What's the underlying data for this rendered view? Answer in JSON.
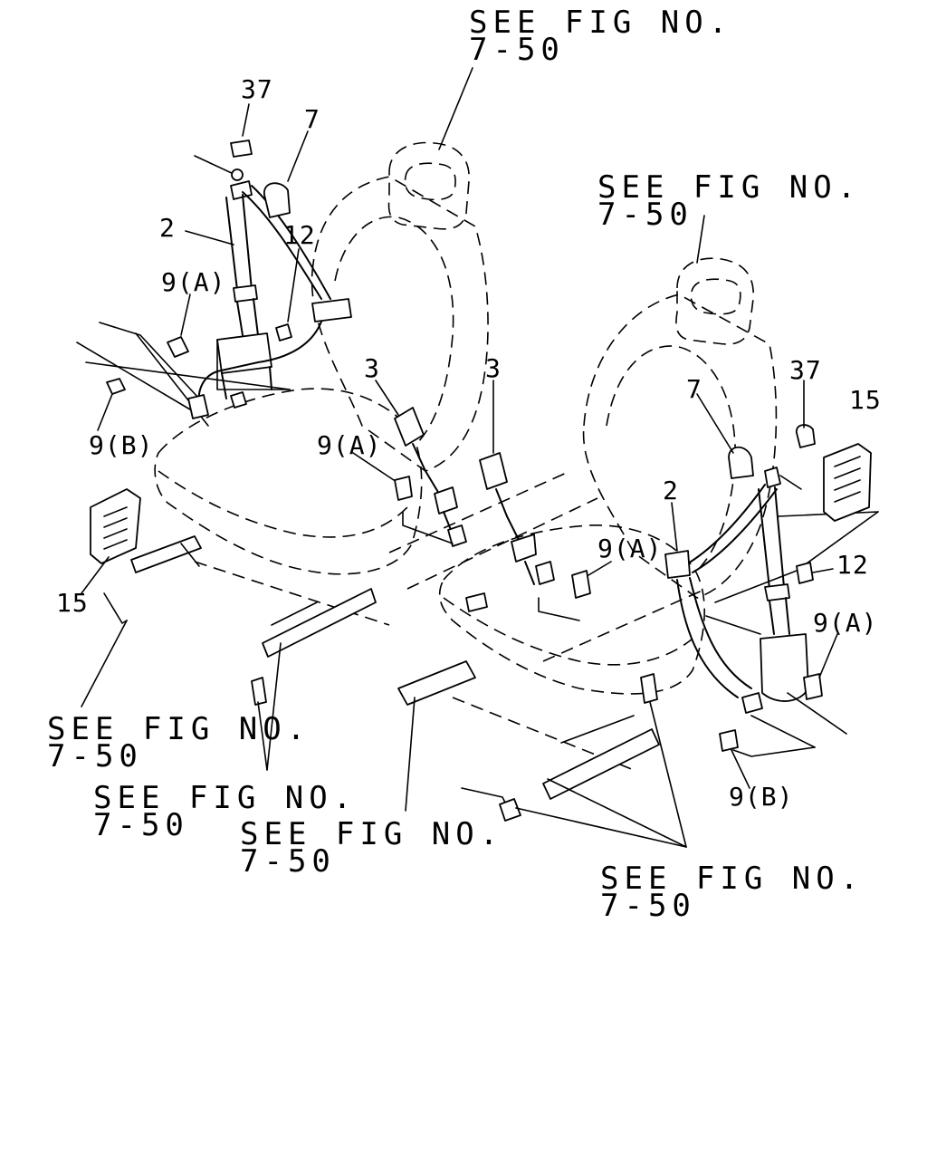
{
  "see_ref_text": "SEE FIG NO.\n7-50",
  "labels": {
    "p37_left": "37",
    "p7_left": "7",
    "p2_left": "2",
    "p12_left": "12",
    "p9a_left": "9(A)",
    "p9b_left": "9(B)",
    "p15_left": "15",
    "p3_a": "3",
    "p3_b": "3",
    "p9a_center": "9(A)",
    "p9a_center2": "9(A)",
    "p7_right": "7",
    "p37_right": "37",
    "p15_right": "15",
    "p2_right": "2",
    "p12_right": "12",
    "p9a_right": "9(A)",
    "p9b_right": "9(B)"
  }
}
